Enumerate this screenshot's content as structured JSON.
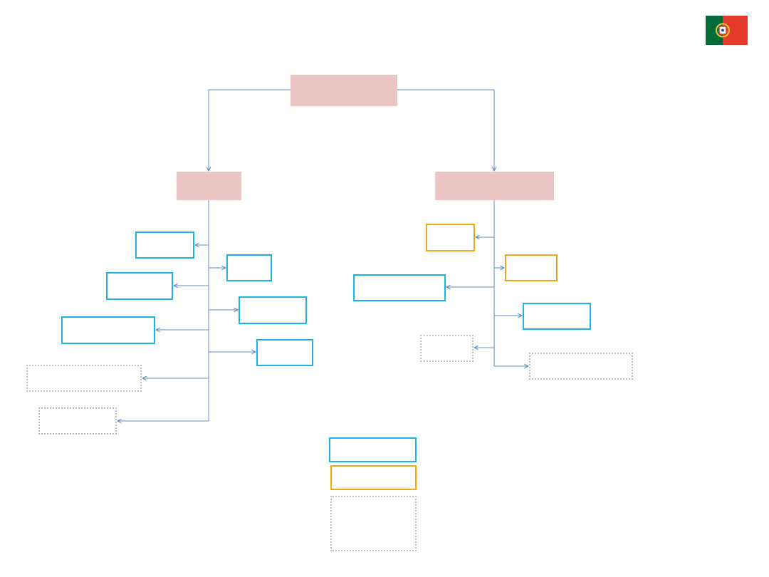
{
  "colors": {
    "root_fill": "#ebc5c3",
    "connector": "#5b8ec9",
    "cyan_border": "#1fb3e8",
    "orange_border": "#f3a712",
    "dotted_border": "#bdbdbd",
    "flag_green": "#046a38",
    "flag_red": "#e33b2a",
    "flag_gold": "#f7c331"
  },
  "icons": {
    "flag": "portugal-flag-icon"
  },
  "diagram": {
    "root": {
      "label": ""
    },
    "left_branch": {
      "label": "",
      "children": [
        {
          "label": "",
          "style": "cyan"
        },
        {
          "label": "",
          "style": "cyan"
        },
        {
          "label": "",
          "style": "cyan"
        },
        {
          "label": "",
          "style": "cyan"
        },
        {
          "label": "",
          "style": "cyan"
        },
        {
          "label": "",
          "style": "cyan"
        },
        {
          "label": "",
          "style": "cyan"
        },
        {
          "label": "",
          "style": "dotted"
        },
        {
          "label": "",
          "style": "dotted"
        }
      ]
    },
    "right_branch": {
      "label": "",
      "children": [
        {
          "label": "",
          "style": "orange"
        },
        {
          "label": "",
          "style": "orange"
        },
        {
          "label": "",
          "style": "cyan"
        },
        {
          "label": "",
          "style": "cyan"
        },
        {
          "label": "",
          "style": "dotted"
        },
        {
          "label": "",
          "style": "dotted"
        }
      ]
    }
  },
  "legend": [
    {
      "label": "",
      "style": "cyan"
    },
    {
      "label": "",
      "style": "orange"
    },
    {
      "label": "",
      "style": "dotted"
    }
  ]
}
